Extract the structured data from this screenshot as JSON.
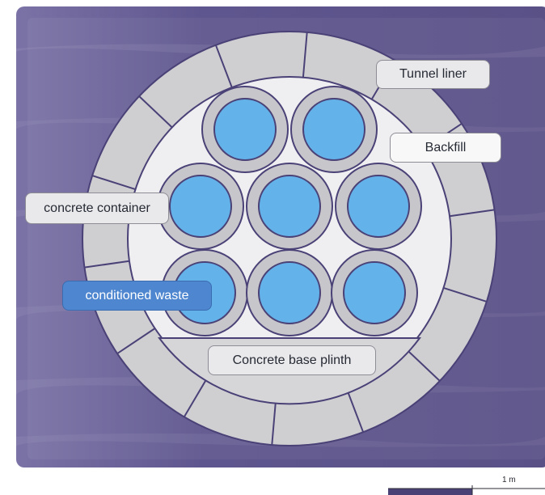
{
  "labels": {
    "tunnel_liner": "Tunnel liner",
    "backfill": "Backfill",
    "concrete_container": "concrete container",
    "conditioned_waste": "conditioned waste",
    "base_plinth": "Concrete base plinth"
  },
  "scale_bar": {
    "label": "1 m"
  },
  "colors": {
    "rock": "#5a5187",
    "liner": "#cfcfd2",
    "backfill": "#efeff1",
    "container": "#c7c7cb",
    "waste": "#64b2ea",
    "outline": "#4a4277"
  }
}
